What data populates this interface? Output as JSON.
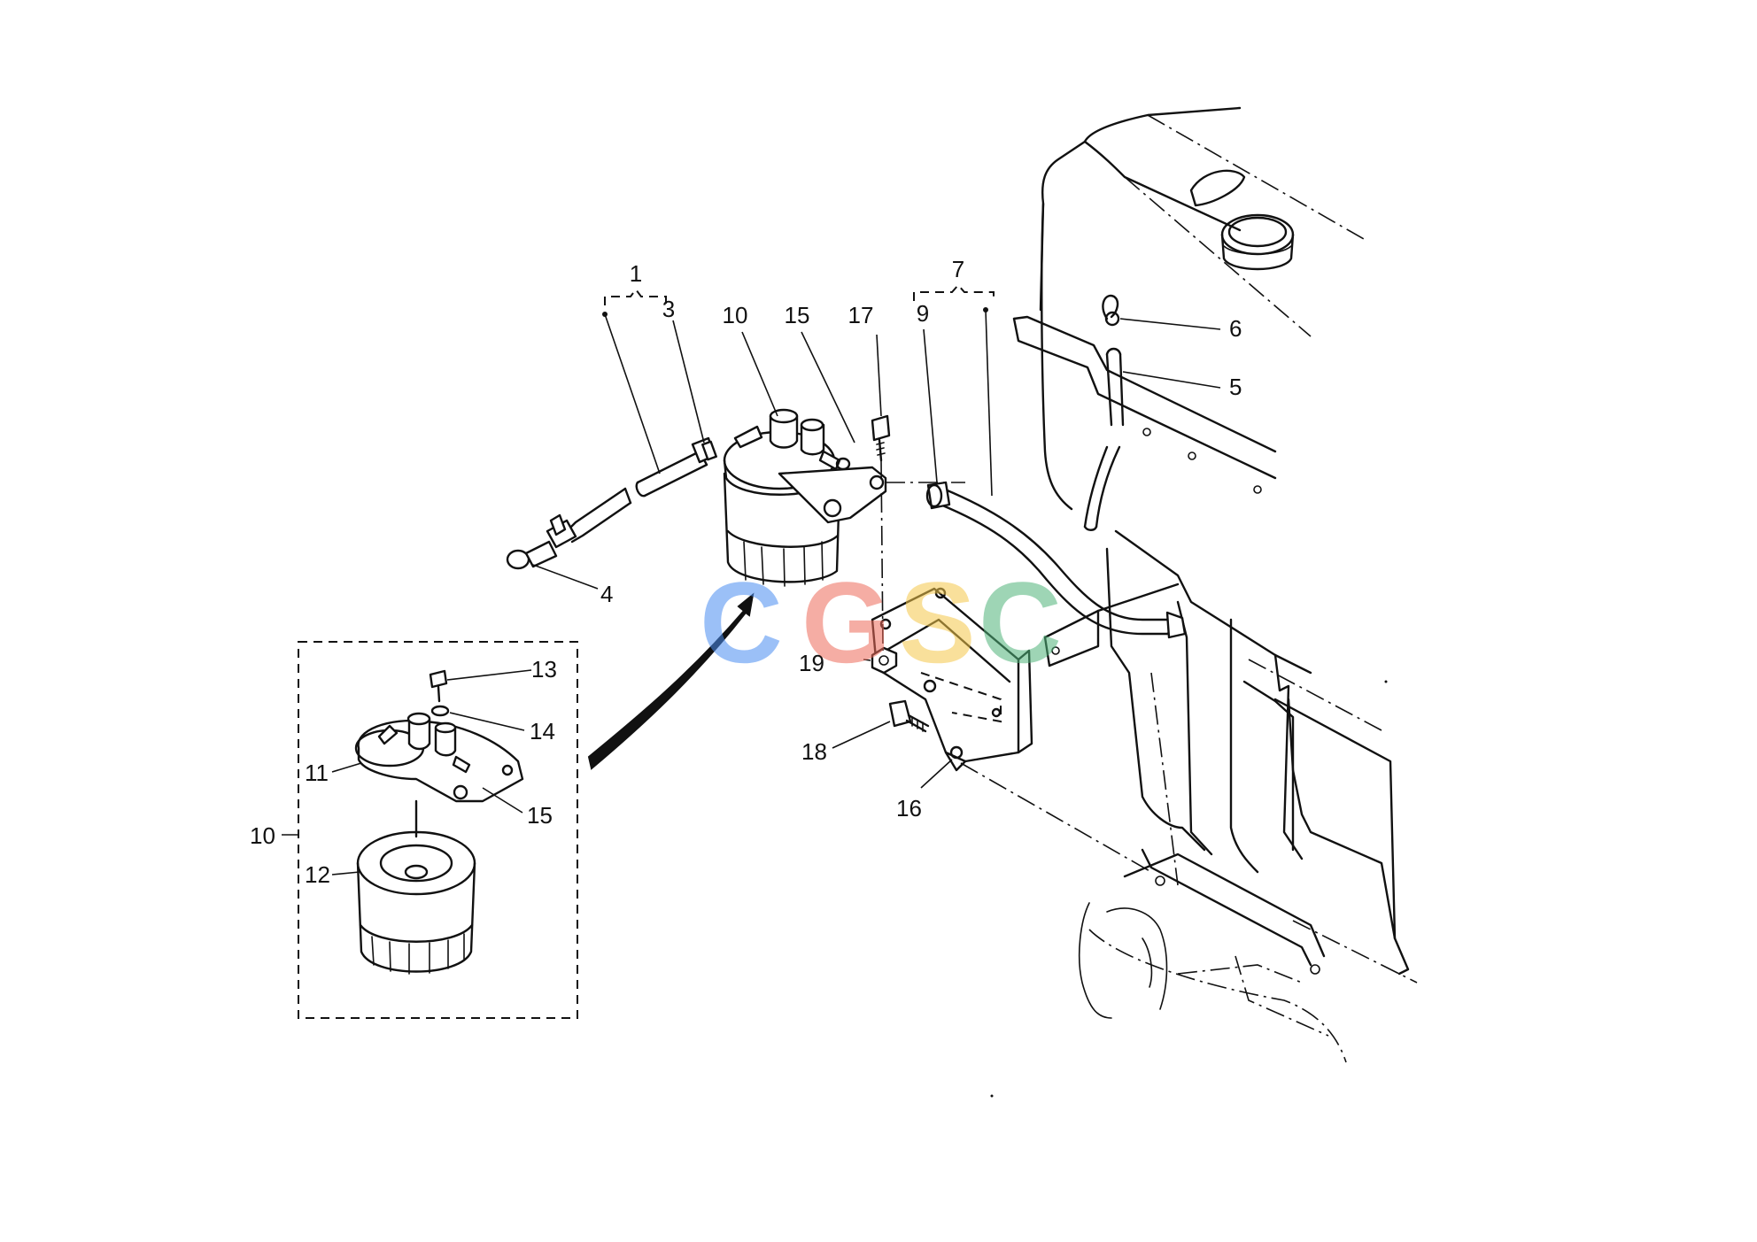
{
  "diagram": {
    "callouts": {
      "c1": "1",
      "c3": "3",
      "c4": "4",
      "c5": "5",
      "c6": "6",
      "c7": "7",
      "c9": "9",
      "c10_top": "10",
      "c10_inset": "10",
      "c11": "11",
      "c12": "12",
      "c13": "13",
      "c14": "14",
      "c15_top": "15",
      "c15_inset": "15",
      "c16": "16",
      "c17": "17",
      "c18": "18",
      "c19": "19"
    }
  },
  "watermark": {
    "letters": [
      "C",
      "G",
      "S",
      "C"
    ],
    "colors": [
      "#4a8ef2",
      "#ee6b5b",
      "#f5c84a",
      "#4fb37a"
    ]
  }
}
